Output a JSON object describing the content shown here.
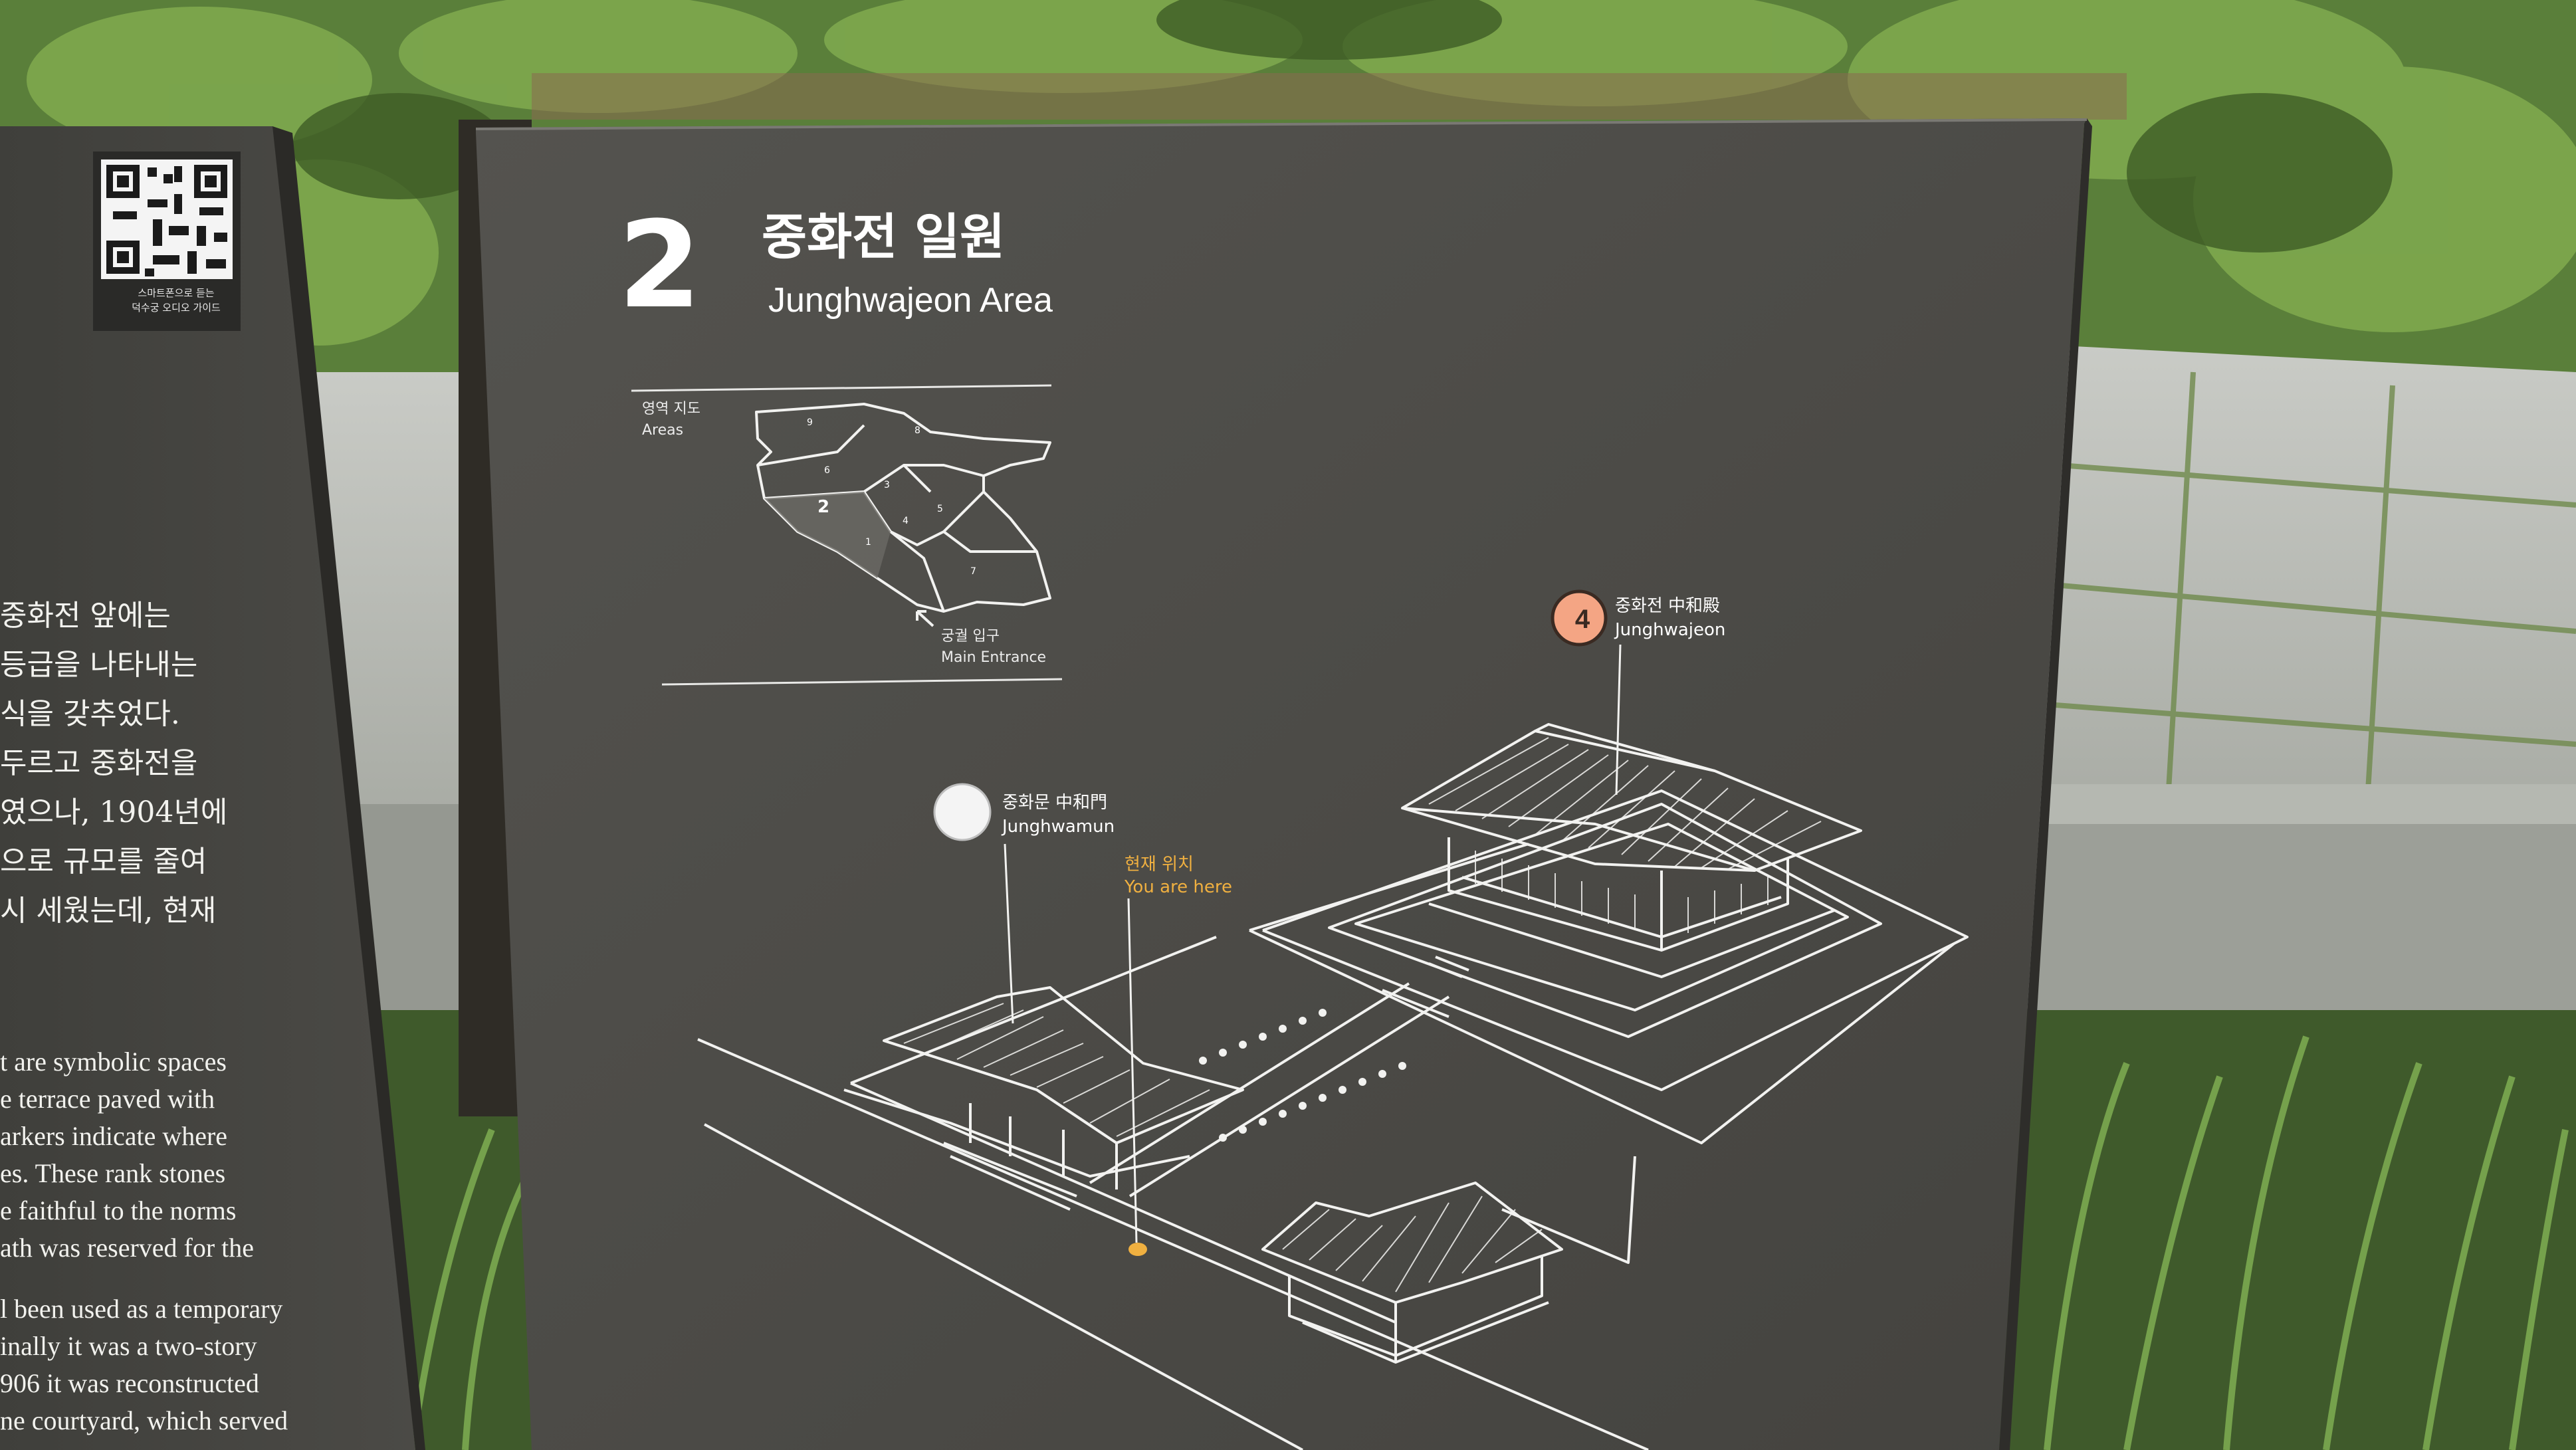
{
  "left_panel": {
    "qr_caption": [
      "스마트폰으로 듣는",
      "덕수궁 오디오 가이드"
    ],
    "korean_lines": [
      "중화전 앞에는",
      "등급을 나타내는",
      "식을 갖추었다.",
      "두르고 중화전을",
      "였으나, 1904년에",
      "으로 규모를 줄여",
      "시 세웠는데, 현재"
    ],
    "english_lines_1": [
      "t are symbolic spaces",
      "e terrace paved with",
      "arkers indicate where",
      "es. These rank stones",
      "e faithful to the norms",
      "ath was reserved for the"
    ],
    "english_lines_2": [
      "l been used as a temporary",
      "inally it was a two-story",
      "906 it was reconstructed",
      "ne courtyard, which served"
    ]
  },
  "sign": {
    "number": "2",
    "title_kr": "중화전 일원",
    "title_en": "Junghwajeon Area",
    "map": {
      "label_kr": "영역 지도",
      "label_en": "Areas",
      "current_area": "2",
      "area_numbers": [
        "1",
        "3",
        "4",
        "5",
        "6",
        "7",
        "8",
        "9"
      ],
      "entrance_kr": "궁궐 입구",
      "entrance_en": "Main Entrance"
    },
    "junghwamun": {
      "name_kr": "중화문 中和門",
      "name_en": "Junghwamun"
    },
    "you_are_here": {
      "label_kr": "현재 위치",
      "label_en": "You are here"
    },
    "junghwajeon": {
      "marker": "4",
      "name_kr": "중화전 中和殿",
      "name_en": "Junghwajeon"
    }
  },
  "colors": {
    "sign_panel": "#4a4946",
    "sign_lines": "#f4f4f2",
    "you_are_here": "#f0b040",
    "audio_marker": "#f4a584",
    "foliage": "#5f8a3c",
    "pavement": "#b9bbb5"
  },
  "icons": {
    "qr": "qr-code-icon",
    "audio_marker": "number-4-audio-marker-icon",
    "white_marker": "white-dot-marker-icon",
    "entrance_arrow": "arrow-icon"
  }
}
